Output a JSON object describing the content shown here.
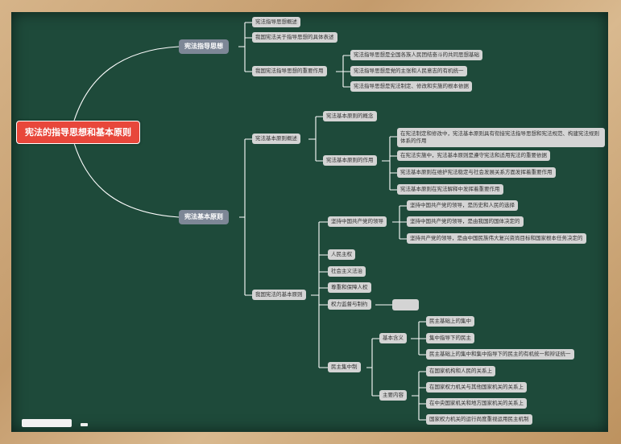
{
  "root": "宪法的指导思想和基本原则",
  "branch1": {
    "title": "宪法指导思想",
    "items": [
      "宪法指导思想概述",
      "我国宪法关于指导思想的具体表述",
      "我国宪法指导思想的重要作用"
    ],
    "effects": [
      "宪法指导思想是全国各族人民团结奋斗的共同思想基础",
      "宪法指导思想是党的主张和人民意志的有机统一",
      "宪法指导思想是宪法制定、修改和实施的根本依据"
    ]
  },
  "branch2": {
    "title": "宪法基本原则",
    "overview": {
      "title": "宪法基本原则概述",
      "concept": "宪法基本原则的概念",
      "role": "宪法基本原则的作用",
      "roles": [
        "在宪法制定和修改中，宪法基本原则具有衔接宪法指导思想和宪法规范、构建宪法规则体系的作用",
        "在宪法实施中，宪法基本原则是遵守宪法和适用宪法的重要依据",
        "宪法基本原则在维护宪法稳定与社会发展关系方面发挥着重要作用",
        "宪法基本原则在宪法解释中发挥着重要作用"
      ]
    },
    "principles": {
      "title": "我国宪法的基本原则",
      "party": "坚持中国共产党的领导",
      "party_items": [
        "坚持中国共产党的领导，是历史和人民的选择",
        "坚持中国共产党的领导，是由我国的国体决定的",
        "坚持共产党的领导，是由中国民族伟大复兴资尚目标和国家根本任务决定的"
      ],
      "people": "人民主权",
      "rule_of_law": "社会主义法治",
      "human_rights": "尊重和保障人权",
      "power": "权力监督与制约",
      "power_child": "",
      "dc": "民主集中制",
      "meaning": "基本含义",
      "meaning_items": [
        "民主基础上的集中",
        "集中指导下的民主",
        "民主基础上的集中和集中指导下的民主的有机统一和辩证统一"
      ],
      "content": "主要内容",
      "content_items": [
        "在国家机构和人民的关系上",
        "在国家权力机关与其他国家机关的关系上",
        "在中央国家机关和地方国家机关的关系上",
        "国家权力机关的运行尚度重视运用民主机制"
      ]
    }
  },
  "colors": {
    "board": "#1e4a3a",
    "frame": "#c9a57a",
    "root": "#e8473b",
    "level1": "#7d8796",
    "leaf": "#d4d4d4",
    "line": "#ffffff"
  }
}
